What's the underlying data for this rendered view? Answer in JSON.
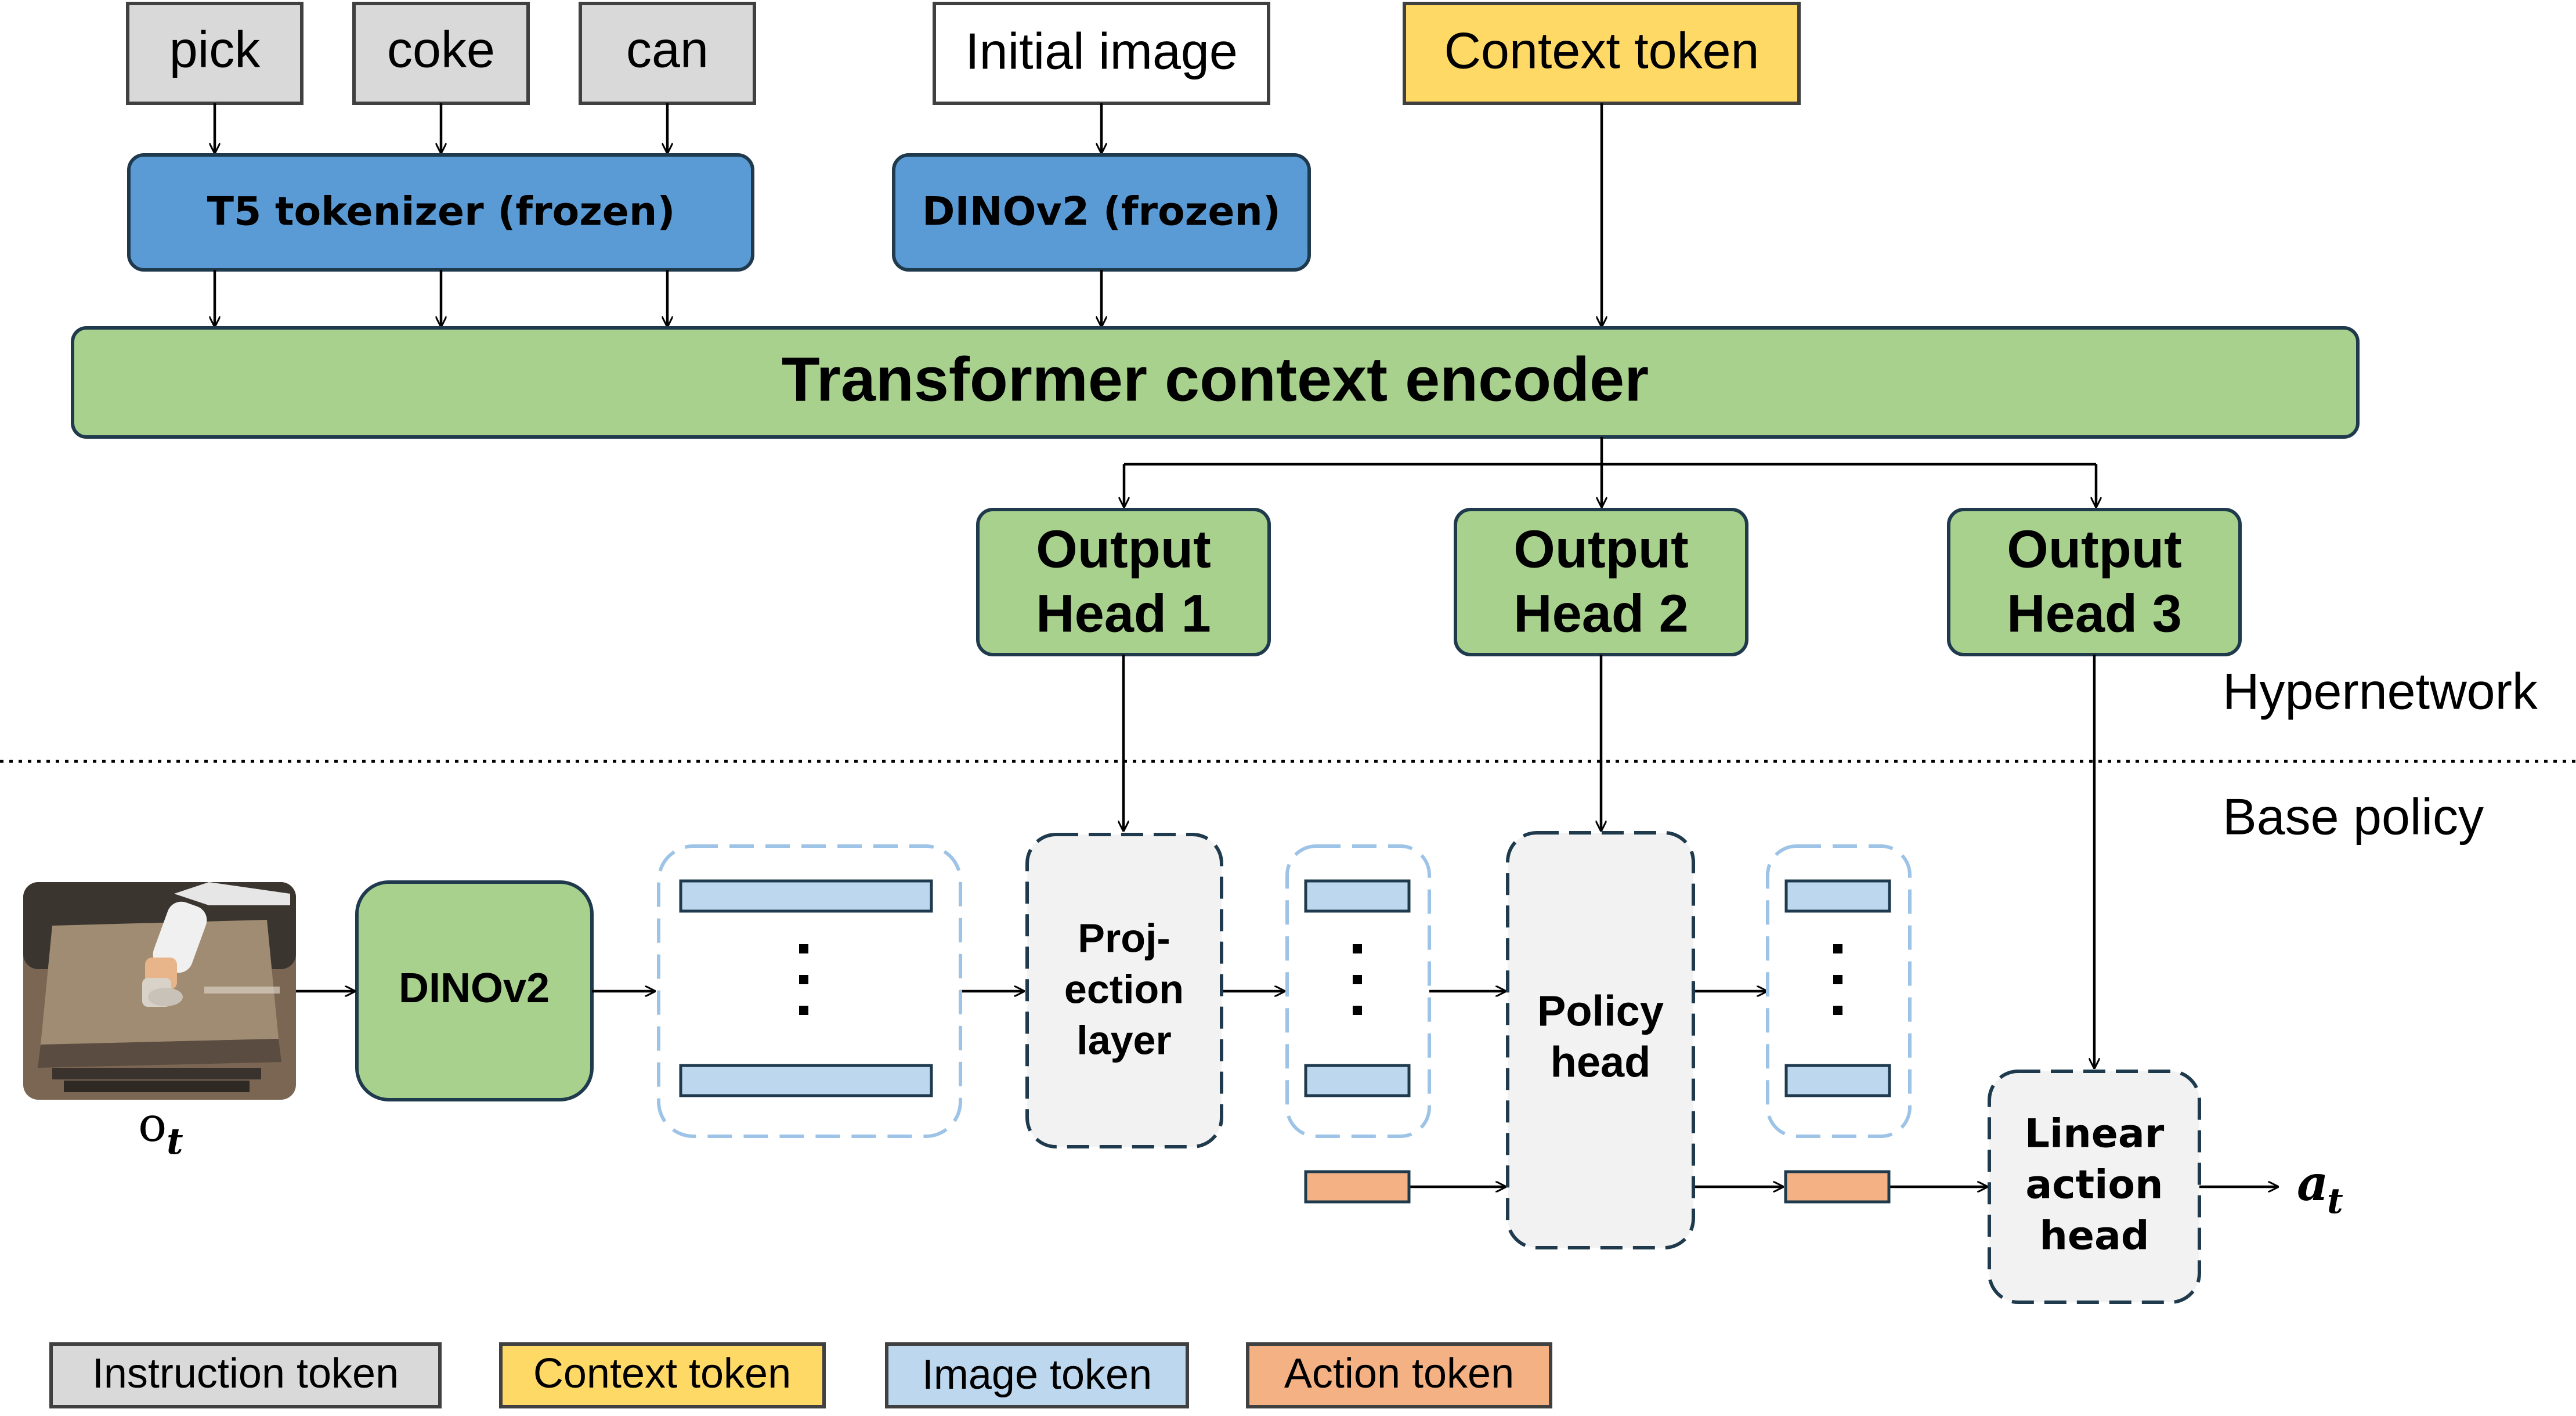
{
  "instruction_tokens": [
    "pick",
    "coke",
    "can"
  ],
  "initial_image_label": "Initial image",
  "context_token_label": "Context token",
  "t5_tokenizer_label": "T5 tokenizer (frozen)",
  "dinov2_frozen_label": "DINOv2 (frozen)",
  "transformer_label": "Transformer context encoder",
  "output_heads": [
    {
      "line1": "Output",
      "line2": "Head 1"
    },
    {
      "line1": "Output",
      "line2": "Head 2"
    },
    {
      "line1": "Output",
      "line2": "Head 3"
    }
  ],
  "section_labels": {
    "hypernetwork": "Hypernetwork",
    "base_policy": "Base policy"
  },
  "observation_label": {
    "base": "o",
    "sub": "t"
  },
  "dinov2_label": "DINOv2",
  "projection_layer": [
    "Proj-",
    "ection",
    "layer"
  ],
  "policy_head": [
    "Policy",
    "head"
  ],
  "linear_action_head": [
    "Linear",
    "action",
    "head"
  ],
  "action_output_label": {
    "base": "a",
    "sub": "t"
  },
  "legend": [
    {
      "label": "Instruction token",
      "color": "#d9d9d9"
    },
    {
      "label": "Context token",
      "color": "#ffd966"
    },
    {
      "label": "Image token",
      "color": "#bdd7ee"
    },
    {
      "label": "Action token",
      "color": "#f4b183"
    }
  ],
  "colors": {
    "green": "#a9d18e",
    "blue": "#5b9bd5",
    "gray_token": "#d9d9d9",
    "yellow": "#ffd966",
    "light_blue": "#bdd7ee",
    "orange": "#f4b183",
    "border": "#1f3a4d",
    "dashed_light": "#9dc3e6",
    "dashed_box_fill": "#f2f2f2"
  }
}
